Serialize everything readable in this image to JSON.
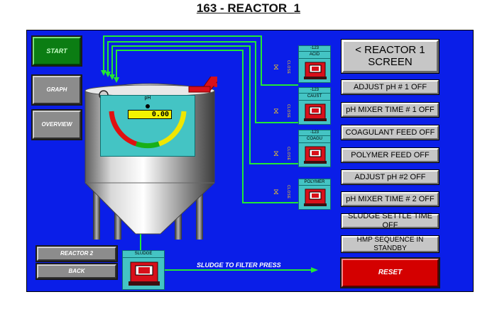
{
  "title": "163 - REACTOR_1",
  "nav": {
    "start": "START",
    "graph": "GRAPH",
    "overview": "OVERVIEW",
    "reactor2": "REACTOR 2",
    "back": "BACK"
  },
  "tank": {
    "ph_label": "pH",
    "ph_value": "0.00"
  },
  "pumps": [
    {
      "tag": "-123",
      "name": "ACID",
      "valve_label": "CLOSE"
    },
    {
      "tag": "-123",
      "name": "CAUST",
      "valve_label": "CLOSE"
    },
    {
      "tag": "-123",
      "name": "COAGU",
      "valve_label": "CLOSE"
    },
    {
      "tag": "",
      "name": "POLYMER",
      "valve_label": "CLOSE"
    }
  ],
  "sludge": {
    "label": "SLUDGE",
    "flow_text": "SLUDGE TO FILTER PRESS"
  },
  "right_panel": {
    "screen_title": "< REACTOR 1 SCREEN",
    "buttons": [
      "ADJUST pH # 1 OFF",
      "pH MIXER TIME # 1 OFF",
      "COAGULANT FEED OFF",
      "POLYMER FEED OFF",
      "ADJUST pH #2 OFF",
      "pH MIXER TIME # 2 OFF",
      "SLUDGE SETTLE TIME OFF",
      "HMP SEQUENCE IN STANDBY"
    ],
    "reset": "RESET"
  },
  "colors": {
    "panel_bg": "#0a1ee8",
    "pipe_green": "#22e834",
    "pump_red": "#d8101a",
    "reset_red": "#d40000",
    "start_green": "#0b7d13",
    "display_cyan": "#44c4c4",
    "readout_yellow": "#f3f300"
  }
}
